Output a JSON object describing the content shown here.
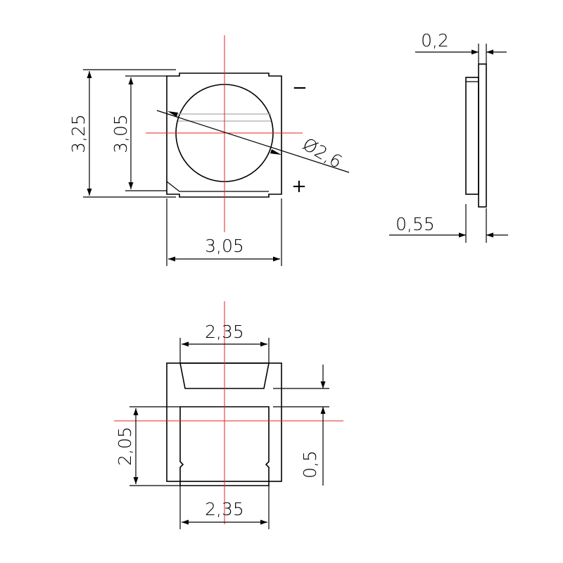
{
  "top_view": {
    "dim_total_height": "3,25",
    "dim_inner_height": "3,05",
    "dim_width": "3,05",
    "dim_diameter": "Ø2,6",
    "polarity_negative": "−",
    "polarity_positive": "+"
  },
  "side_view": {
    "dim_thickness_thin": "0,2",
    "dim_thickness_total": "0,55"
  },
  "bottom_view": {
    "dim_pad_top_width": "2,35",
    "dim_pad_bottom_width": "2,35",
    "dim_pad_height": "2,05",
    "dim_gap": "0,5"
  }
}
